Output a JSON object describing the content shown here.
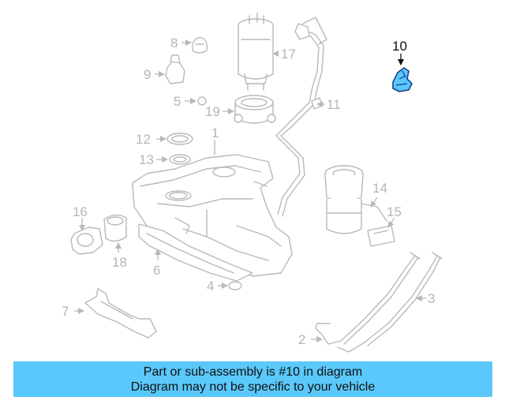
{
  "diagram": {
    "highlight_part": "10",
    "highlight_color": "#5ac8fa",
    "callouts": [
      "1",
      "2",
      "3",
      "4",
      "5",
      "6",
      "7",
      "8",
      "9",
      "10",
      "11",
      "12",
      "13",
      "14",
      "15",
      "16",
      "17",
      "18",
      "19"
    ]
  },
  "banner": {
    "line1": "Part or sub-assembly is #10 in diagram",
    "line2": "Diagram may not be specific to your vehicle",
    "color": "#5ac8fa"
  }
}
